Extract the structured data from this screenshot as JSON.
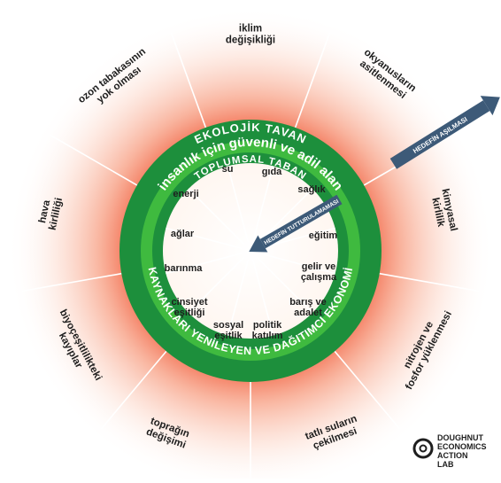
{
  "colors": {
    "outer_glow": "#f58c6e",
    "dark_green": "#1d8f3c",
    "mid_green": "#3fba3f",
    "light_center": "#fff3ec",
    "arrow": "#3d5a78",
    "divider": "#ffffff"
  },
  "rings": {
    "ecological_ceiling": "EKOLOJİK TAVAN",
    "safe_space": "insanlık için güvenli ve adil alan",
    "social_foundation": "TOPLUMSAL TABAN",
    "economy": "KAYNAKLARI YENİLEYEN VE DAĞITIMCI EKONOMİ"
  },
  "arrows": {
    "overshoot": "HEDEFİN AŞILMASI",
    "shortfall": "HEDEFİN TUTTURULAMAMASI"
  },
  "outer_labels": [
    {
      "lines": [
        "iklim",
        "değişikliği"
      ]
    },
    {
      "lines": [
        "okyanusların",
        "asitlenmesi"
      ]
    },
    {
      "lines": [
        "kimyasal",
        "kirlilik"
      ]
    },
    {
      "lines": [
        "nitrojen ve",
        "fosfor yüklenmesi"
      ]
    },
    {
      "lines": [
        "tatlı suların",
        "çekilmesi"
      ]
    },
    {
      "lines": [
        "toprağın",
        "değişimi"
      ]
    },
    {
      "lines": [
        "biyoçeşitlilikteki",
        "kayıplar"
      ]
    },
    {
      "lines": [
        "hava",
        "kirliliği"
      ]
    },
    {
      "lines": [
        "ozon tabakasının",
        "yok olması"
      ]
    }
  ],
  "inner_labels": [
    {
      "lines": [
        "su"
      ]
    },
    {
      "lines": [
        "gıda"
      ]
    },
    {
      "lines": [
        "sağlık"
      ]
    },
    {
      "lines": [
        "eğitim"
      ]
    },
    {
      "lines": [
        "gelir ve",
        "çalışma"
      ]
    },
    {
      "lines": [
        "barış ve",
        "adalet"
      ]
    },
    {
      "lines": [
        "politik",
        "katılım"
      ]
    },
    {
      "lines": [
        "sosyal",
        "eşitlik"
      ]
    },
    {
      "lines": [
        "cinsiyet",
        "eşitliği"
      ]
    },
    {
      "lines": [
        "barınma"
      ]
    },
    {
      "lines": [
        "ağlar"
      ]
    },
    {
      "lines": [
        "enerji"
      ]
    }
  ],
  "logo": {
    "lines": [
      "DOUGHNUT",
      "ECONOMICS",
      "ACTION",
      "LAB"
    ]
  }
}
